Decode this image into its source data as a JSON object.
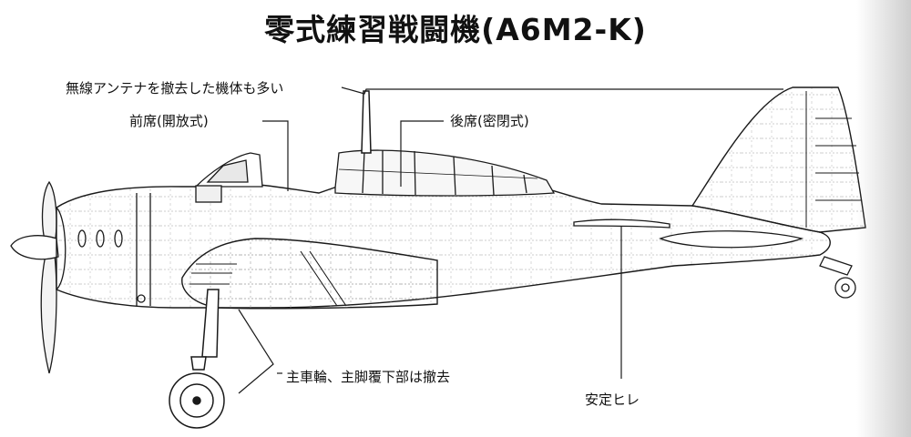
{
  "title": "零式練習戦闘機(A6M2-K)",
  "callouts": {
    "antenna": "無線アンテナを撤去した機体も多い",
    "front_seat": "前席(開放式)",
    "rear_seat": "後席(密閉式)",
    "main_wheel": "主車輪、主脚覆下部は撤去",
    "stabilizer_fin": "安定ヒレ"
  },
  "colors": {
    "line": "#1a1a1a",
    "detail": "#555555",
    "background": "#ffffff"
  }
}
